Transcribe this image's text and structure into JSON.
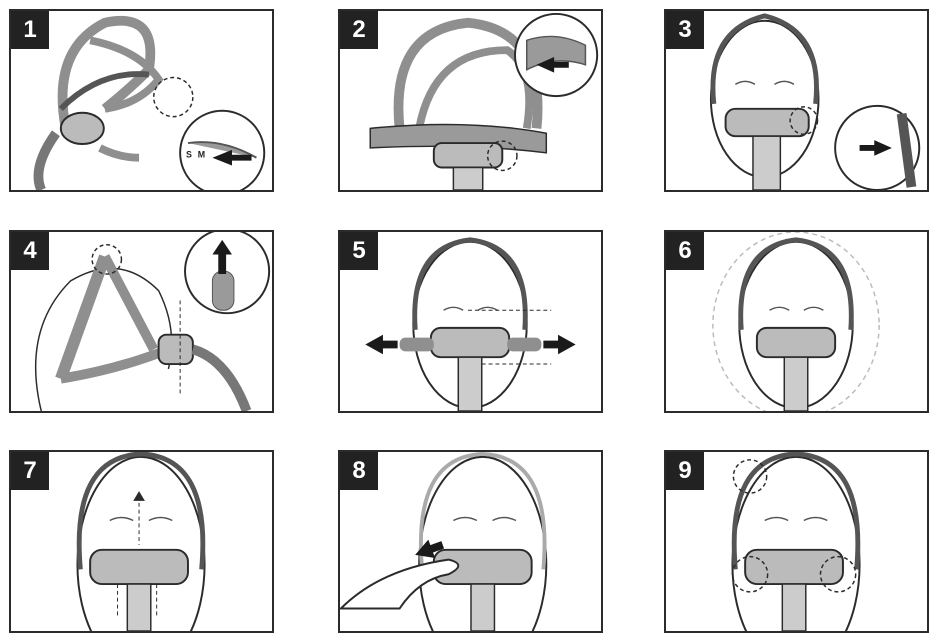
{
  "steps": [
    {
      "number": "1",
      "zoom_labels": [
        "S",
        "M"
      ]
    },
    {
      "number": "2"
    },
    {
      "number": "3"
    },
    {
      "number": "4"
    },
    {
      "number": "5"
    },
    {
      "number": "6"
    },
    {
      "number": "7"
    },
    {
      "number": "8"
    },
    {
      "number": "9"
    }
  ],
  "colors": {
    "line": "#2b2b2b",
    "strap": "#8f8f8f",
    "frame": "#555555",
    "arrow": "#1a1a1a",
    "dashed": "#9a9a9a"
  },
  "icons": [
    "arrow-icon",
    "dashed-circle-icon",
    "finger-icon"
  ]
}
